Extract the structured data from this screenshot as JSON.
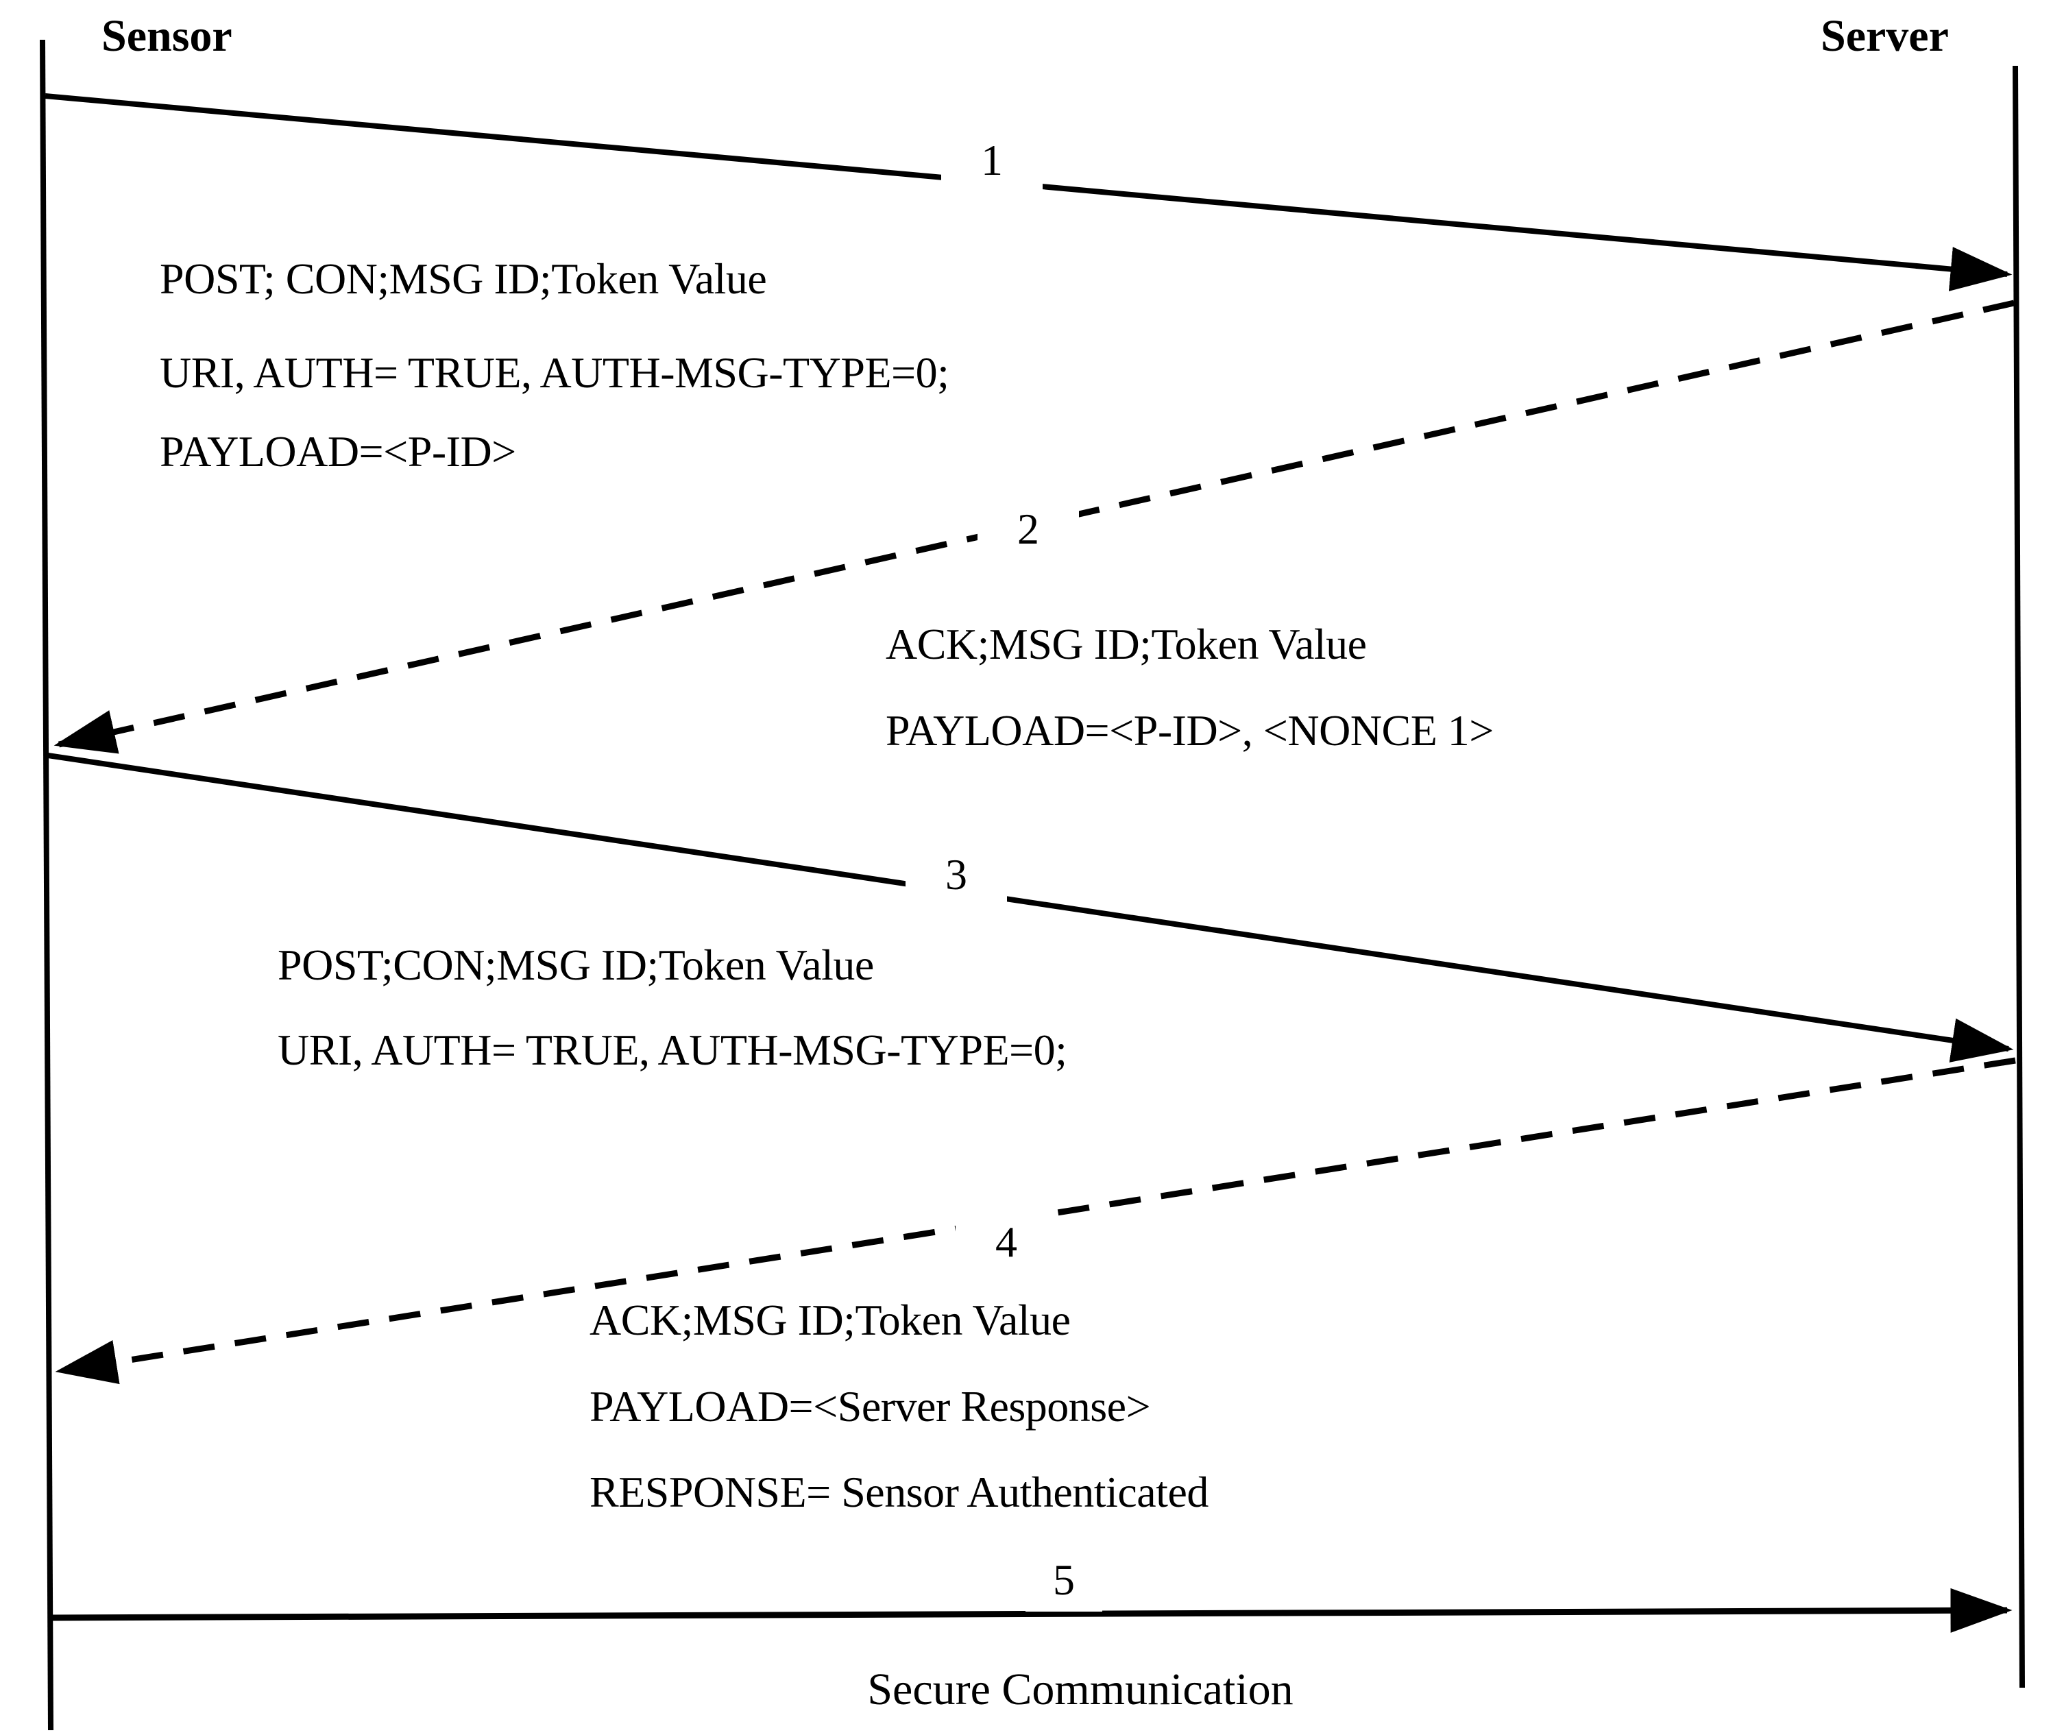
{
  "colors": {
    "ink": "#000000",
    "paper": "#ffffff"
  },
  "actors": {
    "sensor": "Sensor",
    "server": "Server"
  },
  "messages": [
    {
      "num": "1",
      "style": "solid",
      "from": "Sensor",
      "to": "Server",
      "lines": [
        "POST; CON;MSG ID;Token Value",
        "URI, AUTH= TRUE, AUTH-MSG-TYPE=0;",
        "PAYLOAD=<P-ID>"
      ]
    },
    {
      "num": "2",
      "style": "dashed",
      "from": "Server",
      "to": "Sensor",
      "lines": [
        "ACK;MSG ID;Token Value",
        "PAYLOAD=<P-ID>, <NONCE 1>"
      ]
    },
    {
      "num": "3",
      "style": "solid",
      "from": "Sensor",
      "to": "Server",
      "lines": [
        "POST;CON;MSG ID;Token Value",
        "URI, AUTH= TRUE, AUTH-MSG-TYPE=0;"
      ]
    },
    {
      "num": "4",
      "style": "dashed",
      "from": "Server",
      "to": "Sensor",
      "lines": [
        "ACK;MSG ID;Token Value",
        "PAYLOAD=<Server Response>",
        "RESPONSE= Sensor Authenticated"
      ]
    },
    {
      "num": "5",
      "style": "solid",
      "from": "Sensor",
      "to": "Server",
      "lines": [],
      "caption": "Secure Communication"
    }
  ]
}
